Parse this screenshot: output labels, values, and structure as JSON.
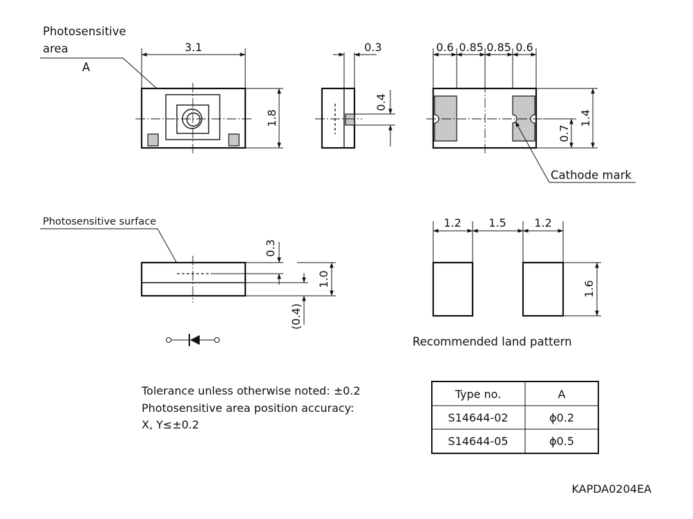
{
  "labels": {
    "photosensitive_area_1": "Photosensitive",
    "photosensitive_area_2": "area",
    "area_symbol": "A",
    "photosensitive_surface": "Photosensitive surface",
    "cathode_mark": "Cathode mark",
    "land_pattern": "Recommended land pattern",
    "drawing_code": "KAPDA0204EA"
  },
  "dimensions": {
    "top_width": "3.1",
    "top_height": "1.8",
    "side_width": "0.3",
    "side_offset": "0.4",
    "bottom_pitch": [
      "0.6",
      "0.85",
      "0.85",
      "0.6"
    ],
    "bottom_height": "1.4",
    "bottom_pad_offset": "0.7",
    "front_surface": "0.3",
    "front_height": "1.0",
    "front_lower": "(0.4)",
    "land_widths": [
      "1.2",
      "1.5",
      "1.2"
    ],
    "land_height": "1.6"
  },
  "notes": {
    "line1": "Tolerance unless otherwise noted: ±0.2",
    "line2": "Photosensitive area position accuracy:",
    "line3": "X, Y≤±0.2"
  },
  "table": {
    "headers": [
      "Type no.",
      "A"
    ],
    "rows": [
      [
        "S14644-02",
        "ϕ0.2"
      ],
      [
        "S14644-05",
        "ϕ0.5"
      ]
    ]
  }
}
